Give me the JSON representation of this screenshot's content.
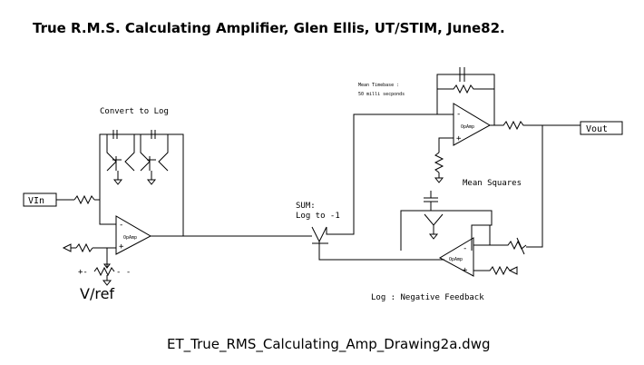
{
  "title": "True R.M.S. Calculating Amplifier, Glen Ellis, UT/STIM, June82.",
  "labels": {
    "convert_to_log": "Convert to Log",
    "mean_timebase_line1": "Mean Timebase :",
    "mean_timebase_line2": "50 milli secponds",
    "mean_squares": "Mean Squares",
    "sum_line1": "SUM:",
    "sum_line2": "Log to -1",
    "log_feedback": "Log : Negative Feedback",
    "vref": "V/ref",
    "vref_polarity": "+-",
    "vref_minus": "- -",
    "filename": "ET_True_RMS_Calculating_Amp_Drawing2a.dwg"
  },
  "terminals": {
    "vin": "VIn",
    "vout": "Vout"
  },
  "opamp": {
    "name": "OpAmp",
    "minus": "-",
    "plus": "+"
  }
}
